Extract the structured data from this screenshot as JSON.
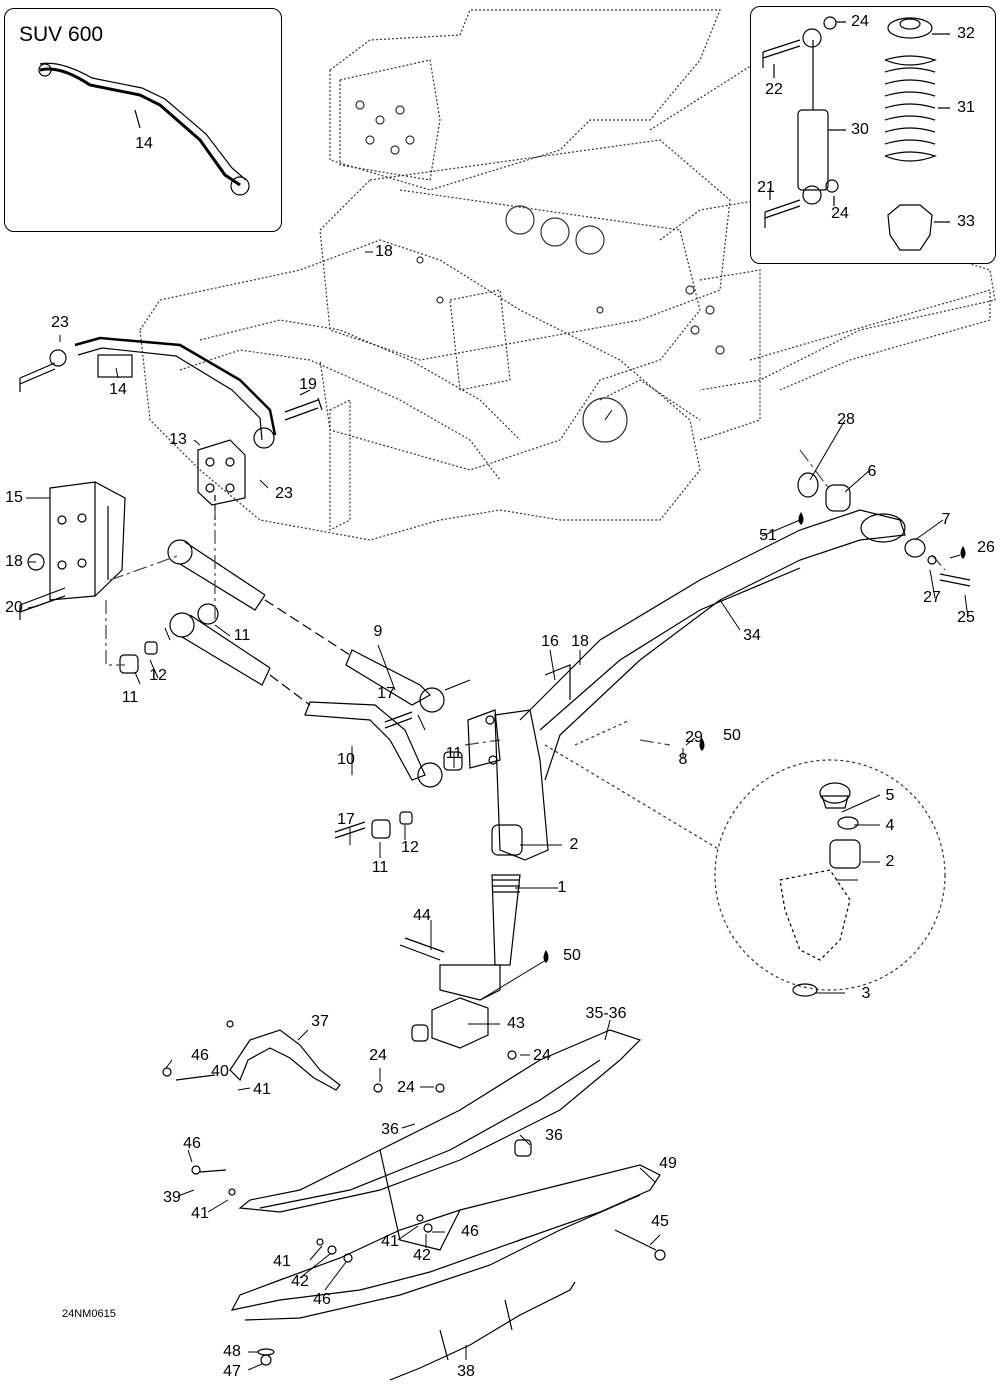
{
  "inset_suv": {
    "title": "SUV 600",
    "label": "14"
  },
  "drawing_code": "24NM0615",
  "callouts": {
    "c1": "1",
    "c2a": "2",
    "c2b": "2",
    "c3": "3",
    "c4": "4",
    "c5": "5",
    "c6": "6",
    "c7": "7",
    "c8": "8",
    "c9": "9",
    "c10": "10",
    "c11a": "11",
    "c11b": "11",
    "c11c": "11",
    "c11d": "11",
    "c12a": "12",
    "c12b": "12",
    "c13": "13",
    "c14": "14",
    "c15": "15",
    "c16": "16",
    "c17a": "17",
    "c17b": "17",
    "c18a": "18",
    "c18b": "18",
    "c18c": "18",
    "c19": "19",
    "c20": "20",
    "c21": "21",
    "c22": "22",
    "c23a": "23",
    "c23b": "23",
    "c24a": "24",
    "c24b": "24",
    "c24c": "24",
    "c24d": "24",
    "c24e": "24",
    "c25": "25",
    "c26": "26",
    "c27": "27",
    "c28": "28",
    "c29": "29",
    "c30": "30",
    "c31": "31",
    "c32": "32",
    "c33": "33",
    "c34": "34",
    "c3536": "35-36",
    "c36a": "36",
    "c36b": "36",
    "c37": "37",
    "c38": "38",
    "c39": "39",
    "c40": "40",
    "c41a": "41",
    "c41b": "41",
    "c41c": "41",
    "c41d": "41",
    "c42a": "42",
    "c42b": "42",
    "c43": "43",
    "c44": "44",
    "c45": "45",
    "c46a": "46",
    "c46b": "46",
    "c46c": "46",
    "c46d": "46",
    "c47": "47",
    "c48": "48",
    "c49": "49",
    "c50a": "50",
    "c50b": "50",
    "c51": "51"
  }
}
